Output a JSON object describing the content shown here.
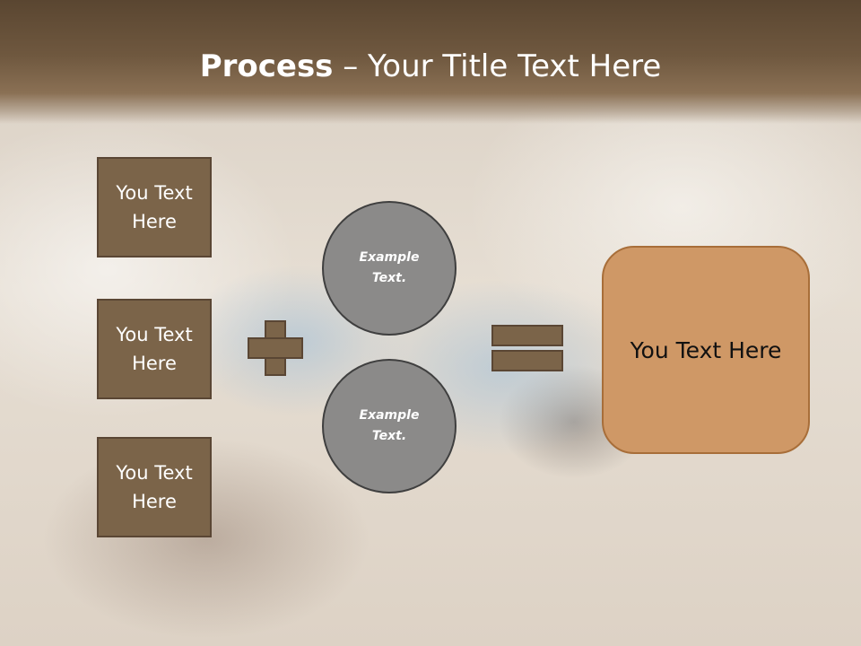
{
  "title": {
    "bold": "Process",
    "rest": " – Your Title Text Here"
  },
  "boxes": [
    {
      "line1": "You Text",
      "line2": "Here"
    },
    {
      "line1": "You Text",
      "line2": "Here"
    },
    {
      "line1": "You Text",
      "line2": "Here"
    }
  ],
  "circles": [
    {
      "line1": "Example",
      "line2": "Text."
    },
    {
      "line1": "Example",
      "line2": "Text."
    }
  ],
  "result": {
    "text": "You Text Here"
  },
  "colors": {
    "header": "#6f583f",
    "box_fill": "#7b6449",
    "circle_fill": "#8b8a89",
    "result_fill": "#cf9866"
  }
}
